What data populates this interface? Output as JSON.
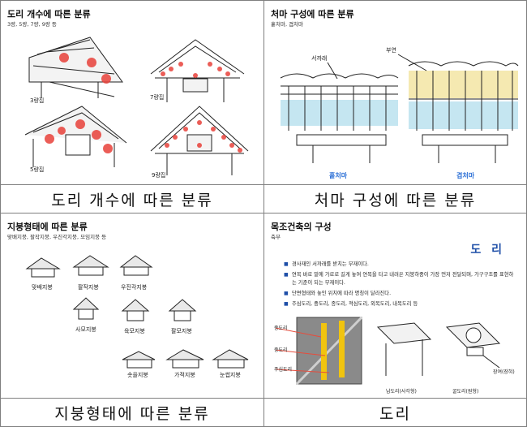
{
  "panels": {
    "tl": {
      "title": "도리 개수에 따른 분류",
      "subtitle": "3량, 5량, 7량, 9량 등",
      "labels": [
        "3량집",
        "7량집",
        "5량집",
        "9량집"
      ],
      "caption": "도리 개수에 따른 분류"
    },
    "tr": {
      "title": "처마 구성에 따른 분류",
      "subtitle": "홑처마, 겹처마",
      "label_left": "서까래",
      "label_right": "부연",
      "type_left": "홑처마",
      "type_right": "겹처마",
      "caption": "처마 구성에 따른 분류"
    },
    "bl": {
      "title": "지붕형태에 따른 분류",
      "subtitle": "맞배지붕, 팔작지붕, 우진각지붕, 모임지붕 등",
      "roofs": [
        "맞배지붕",
        "팔작지붕",
        "우진각지붕",
        "사모지붕",
        "육모지붕",
        "팔모지붕",
        "솟을지붕",
        "가적지붕",
        "눈썹지붕"
      ],
      "caption": "지붕형태에 따른 분류"
    },
    "br": {
      "title": "목조건축의 구성",
      "subtitle": "축부",
      "heading": "도 리",
      "bullets": [
        "경사재인 서까래를 받치는 부재이다.",
        "연목 바로 밑에 가로로 길게 놓여 연목을 타고 내려온 지붕하중이 가장 먼저 전달되며, 가구구조를 표현하는 기준이 되는 부재이다.",
        "단면형태와 놓인 위치에 따라 명칭이 달라진다.",
        "주심도리, 중도리, 종도리, 적심도리, 외목도리, 내목도리 등"
      ],
      "photo_labels": [
        "종도리",
        "중도리",
        "주심도리"
      ],
      "diagram_labels": [
        "납도리(사각형)",
        "굴도리(원형)",
        "장여(장혀)"
      ],
      "caption": "도리"
    }
  }
}
